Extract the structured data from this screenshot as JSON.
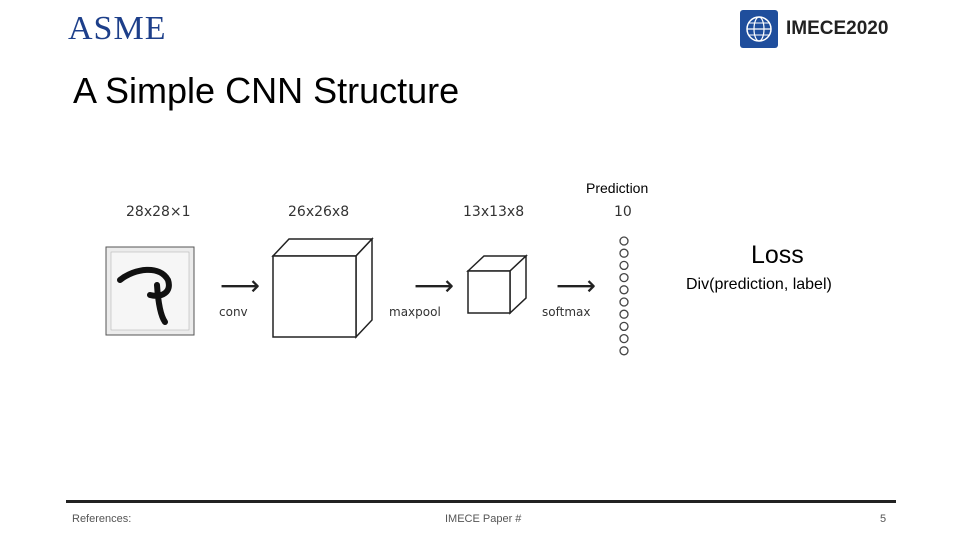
{
  "header": {
    "left_logo_text": "ASME",
    "right_logo_text": "IMECE2020"
  },
  "slide": {
    "title": "A Simple CNN Structure"
  },
  "diagram": {
    "dims": {
      "input": "28x28×1",
      "conv_output": "26x26x8",
      "pool_output": "13x13x8",
      "output": "10"
    },
    "ops": {
      "conv": "conv",
      "pool": "maxpool",
      "softmax": "softmax"
    },
    "output_nodes": 10,
    "prediction_label": "Prediction",
    "loss_title": "Loss",
    "loss_formula": "Div(prediction, label)"
  },
  "footer": {
    "references_label": "References:",
    "paper_label": "IMECE Paper #",
    "page_number": "5"
  }
}
